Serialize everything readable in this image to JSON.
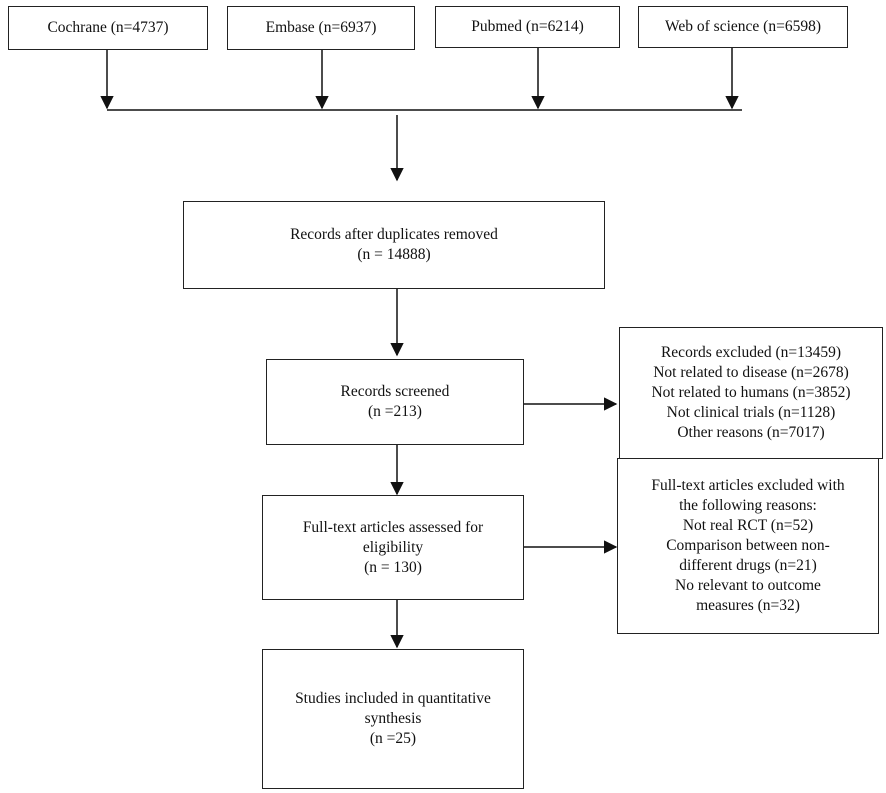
{
  "sources": [
    {
      "label": "Cochrane (n=4737)"
    },
    {
      "label": "Embase (n=6937)"
    },
    {
      "label": "Pubmed (n=6214)"
    },
    {
      "label": "Web of science (n=6598)"
    }
  ],
  "dedup": {
    "line1": "Records after duplicates removed",
    "line2": "(n = 14888)"
  },
  "screened": {
    "line1": "Records screened",
    "line2": "(n =213)"
  },
  "excluded_records": {
    "lines": [
      "Records excluded (n=13459)",
      "Not related to disease (n=2678)",
      "Not related to humans (n=3852)",
      "Not clinical trials (n=1128)",
      "Other reasons (n=7017)"
    ]
  },
  "fulltext": {
    "line1": "Full-text articles assessed for",
    "line2": "eligibility",
    "line3": "(n = 130)"
  },
  "excluded_fulltext": {
    "lines": [
      "Full-text articles excluded with",
      "the following reasons:",
      "Not real RCT (n=52)",
      "Comparison between non-",
      "different drugs (n=21)",
      "No relevant to outcome",
      "measures (n=32)"
    ]
  },
  "included": {
    "line1": "Studies included in quantitative",
    "line2": "synthesis",
    "line3": "(n =25)"
  }
}
